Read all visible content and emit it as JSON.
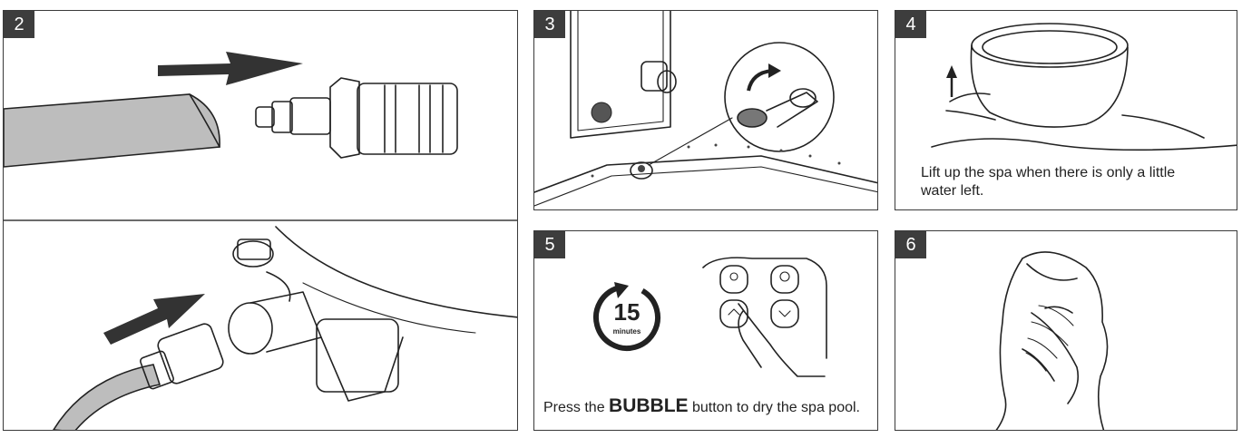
{
  "panels": {
    "p2": {
      "number": "2"
    },
    "p3": {
      "number": "3"
    },
    "p4": {
      "number": "4",
      "caption": "Lift up the spa when there is only a little water left."
    },
    "p5": {
      "number": "5",
      "caption_before": "Press the ",
      "caption_bold": "BUBBLE",
      "caption_after": " button to dry the spa pool.",
      "timer_value": "15",
      "timer_unit": "minutes"
    },
    "p6": {
      "number": "6"
    }
  },
  "colors": {
    "badge": "#3d3d3d",
    "border": "#3a3a3a",
    "hose": "#bdbdbd",
    "line": "#222222"
  },
  "icons": [
    "arrow-right-icon",
    "arrow-up-icon",
    "rotate-arrow-icon",
    "timer-icon",
    "bubble-button-icon",
    "timer-button-icon",
    "up-button-icon",
    "down-button-icon"
  ]
}
